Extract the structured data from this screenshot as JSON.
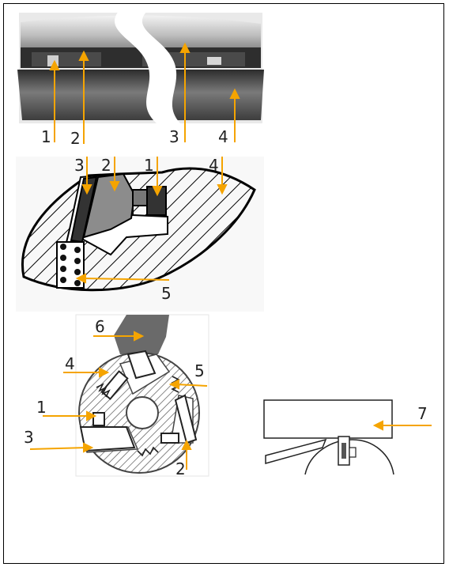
{
  "colors": {
    "arrow": "#f5a400",
    "metal_light": "#d8d8d8",
    "metal_dark": "#3a3a3a",
    "cutter_gray": "#8c8c8c",
    "hatch": "#000000"
  },
  "figure1": {
    "labels": [
      "1",
      "2",
      "3",
      "4"
    ]
  },
  "figure2": {
    "labels": [
      "3",
      "2",
      "1",
      "4",
      "5"
    ]
  },
  "figure3": {
    "labels": [
      "6",
      "4",
      "5",
      "1",
      "3",
      "2"
    ]
  },
  "figure4": {
    "labels": [
      "7"
    ]
  }
}
